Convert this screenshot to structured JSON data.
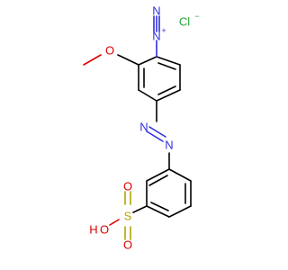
{
  "colors": {
    "carbon_bond": "#000000",
    "nitrogen": "#2f2fdd",
    "oxygen": "#dd0000",
    "sulfur": "#b3a300",
    "chlorine": "#22a838",
    "background": "#ffffff"
  },
  "atoms": {
    "chloride": "Cl",
    "chloride_charge": "−",
    "diazonium_n_terminal": "N",
    "diazonium_n_inner": "N",
    "diazonium_charge": "+",
    "methoxy_o": "O",
    "azo_n_1": "N",
    "azo_n_2": "N",
    "sulfur": "S",
    "sulfonyl_o_1": "O",
    "sulfonyl_o_2": "O",
    "hydroxyl_o": "O",
    "hydroxyl_h": "H"
  }
}
